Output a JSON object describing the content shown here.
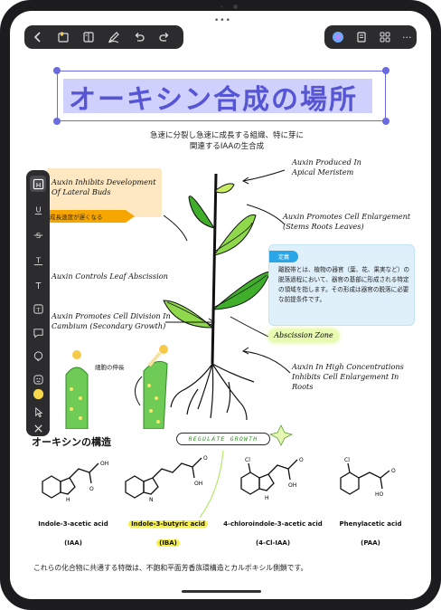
{
  "toolbar": {
    "left_icons": [
      "back-chevron-icon",
      "notebook-icon",
      "pages-icon",
      "pen-tool-icon",
      "undo-icon",
      "redo-icon"
    ],
    "right_icons": [
      "ai-assistant-icon",
      "document-icon",
      "grid-icon",
      "more-icon"
    ],
    "more_glyph": "···"
  },
  "top_menu_glyph": "•••",
  "title": "オーキシン合成の場所",
  "subtitle_lines": [
    "急速に分裂し急速に成長する組織、特に芽に",
    "関連するIAAの生合成"
  ],
  "labels": {
    "produced": [
      "Auxin Produced In",
      "Apical Meristem"
    ],
    "inhibits": [
      "Auxin Inhibits Development",
      "Of Lateral Buds"
    ],
    "yellow_tag": "成長速度が遅くなる",
    "enlargement": [
      "Auxin Promotes Cell Enlargement",
      "(Stems Roots Leaves)"
    ],
    "controls": "Auxin Controls Leaf Abscission",
    "division": [
      "Auxin Promotes Cell Division In",
      "Cambium (Secondary Growth)"
    ],
    "abscission_zone": "Abscission Zone",
    "high_conc": [
      "Auxin In High Concentrations",
      "Inhibits Cell Enlargement In",
      "Roots"
    ],
    "cell_stretch": "細胞の伸長"
  },
  "definition": {
    "tag": "定義",
    "text": "離脱帯とは、植物の器官（葉、花、果実など）の脱落過程において、器官の基部に形成される特定の領域を指します。その形成は器官の脱落に必要な前提条件です。"
  },
  "side_panel": {
    "icons": [
      "text-box-icon",
      "underline-icon",
      "strikethrough-icon",
      "text-style-icon",
      "text-icon",
      "text-frame-icon",
      "comment-icon",
      "lasso-icon",
      "sticker-icon",
      "color-swatch-icon",
      "select-icon",
      "close-icon"
    ],
    "active_color": "#f7d84a"
  },
  "section_heading": "オーキシンの構造",
  "regulate": "REGULATE GROWTH",
  "compounds": [
    {
      "name": "Indole-3-acetic acid",
      "abbr": "(IAA)",
      "highlight": false
    },
    {
      "name": "Indole-3-butyric acid",
      "abbr": "(IBA)",
      "highlight": true
    },
    {
      "name": "4-chloroindole-3-acetic acid",
      "abbr": "(4-Cl-IAA)",
      "highlight": false
    },
    {
      "name": "Phenylacetic acid",
      "abbr": "(PAA)",
      "highlight": false
    }
  ],
  "chem_labels": {
    "oh": "OH",
    "o": "O",
    "h": "H",
    "n": "N",
    "cl": "Cl",
    "ho": "HO"
  },
  "footer": "これらの化合物に共通する特徴は、不飽和平面芳香族環構造とカルボキシル側鎖です。",
  "colors": {
    "title_accent": "#5555d6",
    "title_highlight": "#cfd0fb",
    "selection": "#6b6be0",
    "leaf_green": "#3fae2a",
    "def_blue": "#2aa6e8",
    "highlight_yellow": "#f8f04a"
  }
}
